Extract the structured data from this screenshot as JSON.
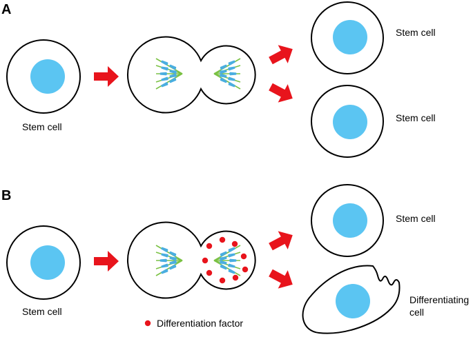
{
  "colors": {
    "nucleus": "#5bc5f2",
    "chromosome": "#4aaee0",
    "spindle": "#7ac143",
    "arrow": "#e8141c",
    "factor": "#e8141c",
    "outline": "#000000"
  },
  "panel_a": {
    "label": "A",
    "start_cell_label": "Stem cell",
    "daughter_top_label": "Stem cell",
    "daughter_bottom_label": "Stem cell"
  },
  "panel_b": {
    "label": "B",
    "start_cell_label": "Stem cell",
    "daughter_top_label": "Stem cell",
    "daughter_bottom_label_line1": "Differentiating",
    "daughter_bottom_label_line2": "cell",
    "legend_label": "Differentiation factor"
  }
}
